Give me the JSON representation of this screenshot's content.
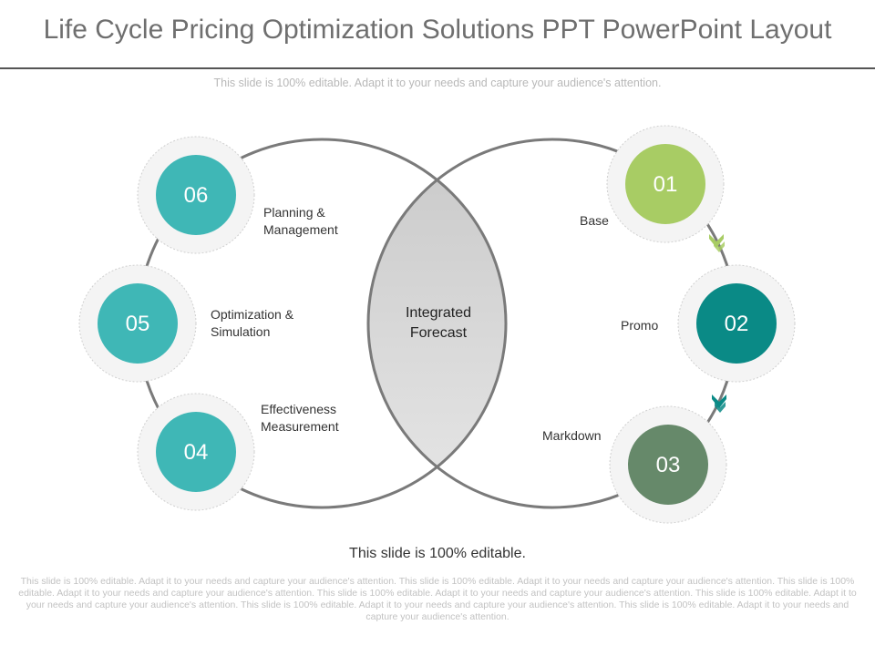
{
  "title": "Life Cycle Pricing Optimization Solutions PPT PowerPoint Layout",
  "subtitle": "This slide is 100% editable. Adapt it to your needs and capture your audience's attention.",
  "center": {
    "label": "Integrated\nForecast"
  },
  "left_steps": [
    {
      "number": "06",
      "label": "Planning &\nManagement",
      "color": "#3fb7b6"
    },
    {
      "number": "05",
      "label": "Optimization &\nSimulation",
      "color": "#3fb7b6"
    },
    {
      "number": "04",
      "label": "Effectiveness\nMeasurement",
      "color": "#3fb7b6"
    }
  ],
  "right_steps": [
    {
      "number": "01",
      "label": "Base",
      "color": "#a8cc64"
    },
    {
      "number": "02",
      "label": "Promo",
      "color": "#0a8a86"
    },
    {
      "number": "03",
      "label": "Markdown",
      "color": "#66896a"
    }
  ],
  "footer": {
    "main": "This slide is 100% editable.",
    "fine": "This slide is 100% editable. Adapt it to your needs and capture your audience's attention. This slide is 100% editable. Adapt it to your needs and capture your audience's attention. This slide is 100% editable. Adapt it to your needs and capture your audience's attention. This slide is 100% editable. Adapt it to your needs and capture your audience's attention. This slide is 100% editable. Adapt it to your needs and capture your audience's attention. This slide is 100% editable. Adapt it to your needs and capture your audience's attention. This slide is 100% editable. Adapt it to your needs and capture your audience's attention."
  },
  "colors": {
    "ring": "#7a7a7a",
    "halo": "#f3f3f3",
    "lens": "#d4d4d4",
    "arrow_green": "#a8cc64",
    "arrow_teal": "#0a8a86"
  }
}
